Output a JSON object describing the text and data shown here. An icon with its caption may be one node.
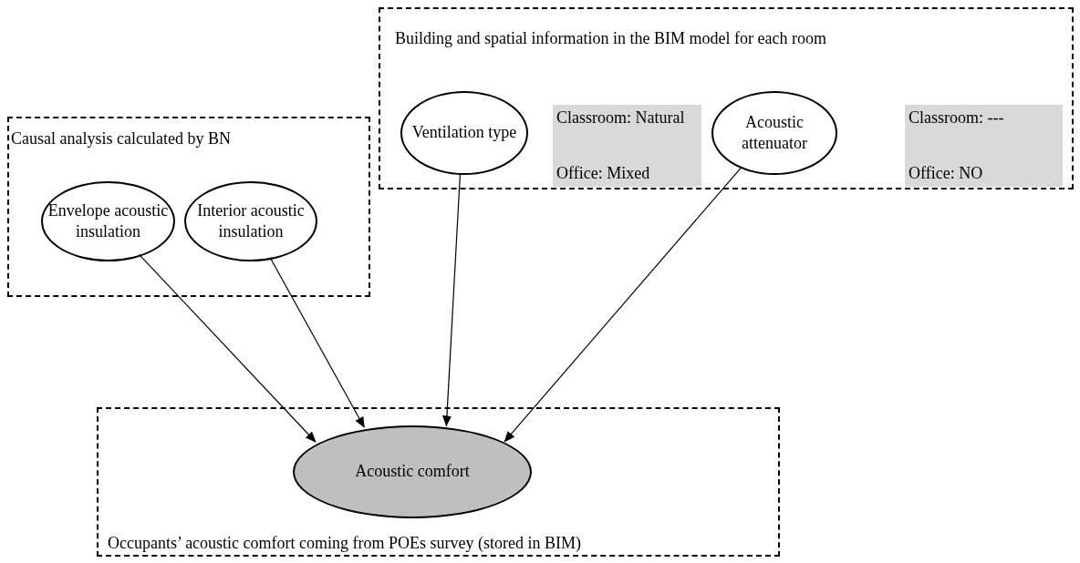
{
  "diagram": {
    "nodes": [
      {
        "text": [
          "Building and spatial information in the BIM model for each room"
        ]
      },
      {
        "text": [
          "Ventilation type"
        ],
        "in": 0
      },
      {
        "text": [
          "Classroom: Natural",
          "Office: Mixed"
        ],
        "in": 0
      },
      {
        "text": [
          "Acoustic attenuator"
        ],
        "in": 0
      },
      {
        "text": [
          "Classroom: ---",
          "Office: NO"
        ],
        "in": 0
      },
      {
        "text": [
          "Causal analysis calculated by BN"
        ]
      },
      {
        "text": [
          "Envelope acoustic insulation"
        ],
        "in": 5
      },
      {
        "text": [
          "Interior acoustic insulation"
        ],
        "in": 5
      },
      {
        "text": [
          "Occupants’ acoustic comfort coming from POEs survey (stored in BIM)"
        ]
      },
      {
        "text": [
          "Acoustic comfort"
        ],
        "in": 8
      }
    ],
    "edges": [
      {
        "from": 6,
        "to": 9,
        "arrow": "to"
      },
      {
        "from": 7,
        "to": 9,
        "arrow": "to"
      },
      {
        "from": 1,
        "to": 9,
        "arrow": "to"
      },
      {
        "from": 3,
        "to": 9,
        "arrow": "to"
      }
    ]
  }
}
